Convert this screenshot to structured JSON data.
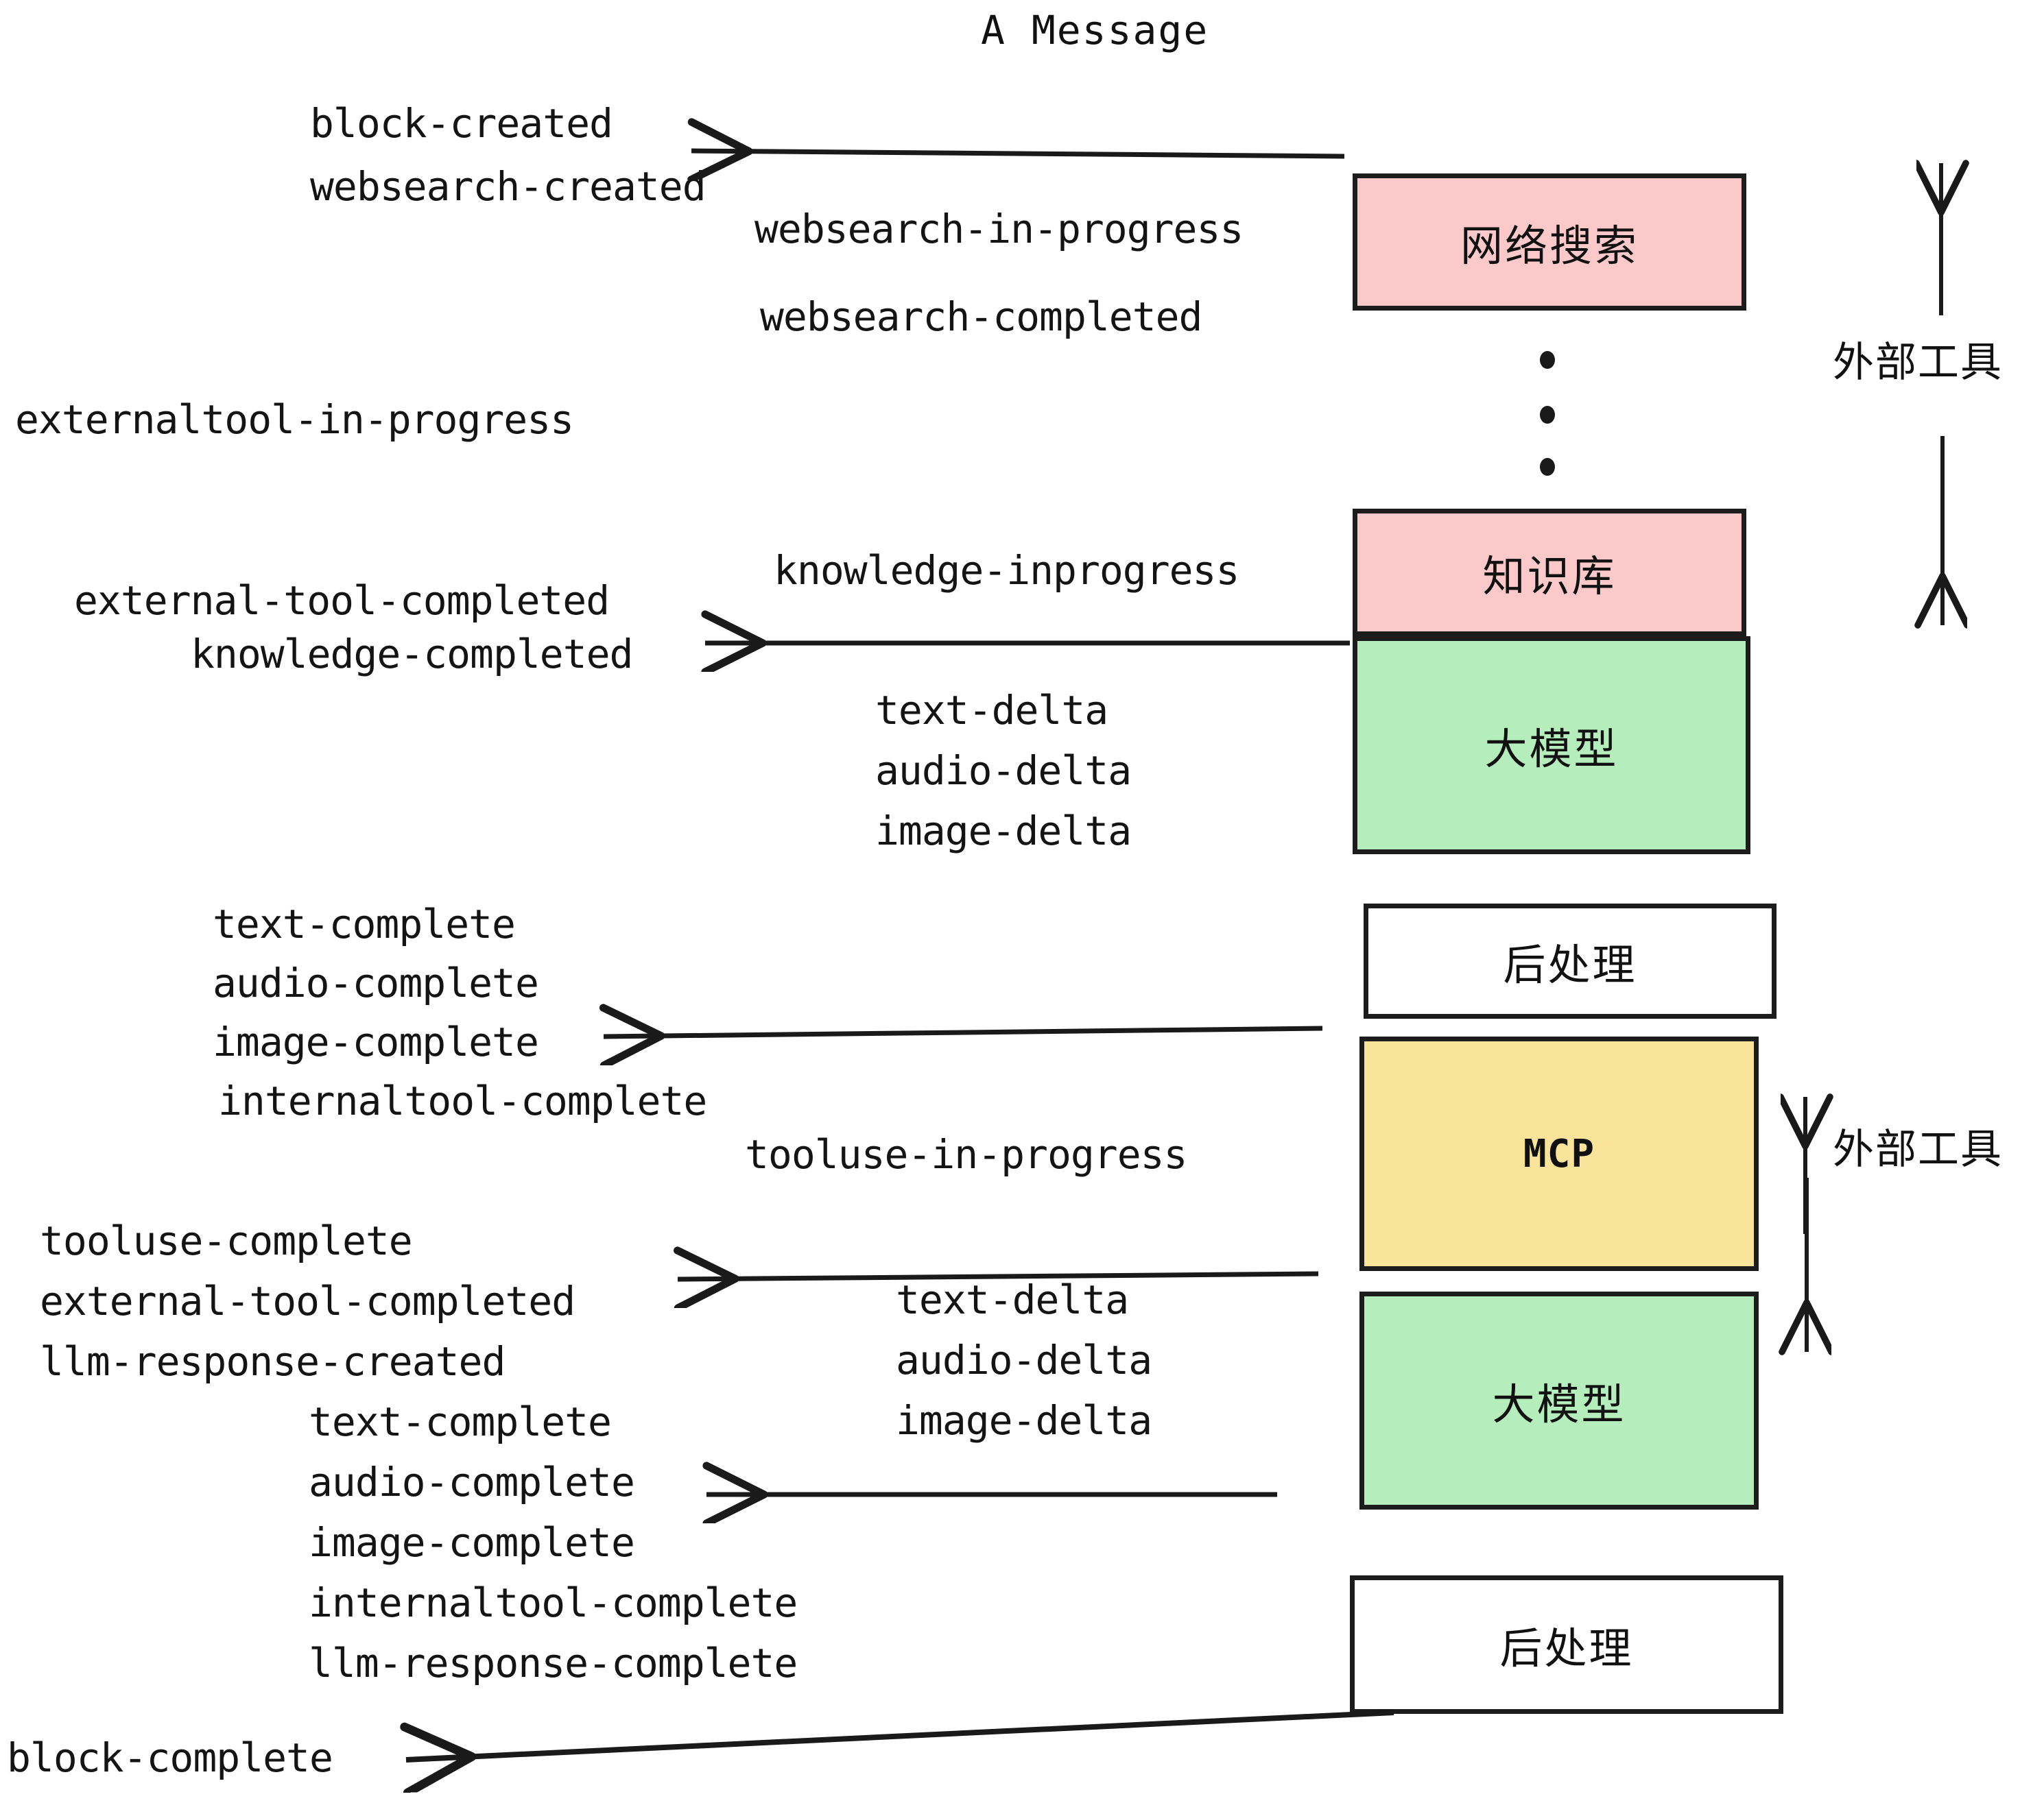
{
  "title": "A Message",
  "colors": {
    "pink": "#FBC9C9",
    "green": "#B5EDBD",
    "yellow": "#FAE49C",
    "white": "#FFFFFF",
    "stroke": "#1C1C1C",
    "text": "#141414"
  },
  "boxes": [
    {
      "id": "websearch",
      "label": "网络搜索",
      "fill": "#FBC9C9"
    },
    {
      "id": "knowledge",
      "label": "知识库",
      "fill": "#FBC9C9"
    },
    {
      "id": "llm-1",
      "label": "大模型",
      "fill": "#B5EDBD"
    },
    {
      "id": "postprocess-1",
      "label": "后处理",
      "fill": "#FFFFFF"
    },
    {
      "id": "mcp",
      "label": "MCP",
      "fill": "#FAE49C"
    },
    {
      "id": "llm-2",
      "label": "大模型",
      "fill": "#B5EDBD"
    },
    {
      "id": "postprocess-2",
      "label": "后处理",
      "fill": "#FFFFFF"
    }
  ],
  "side_labels": {
    "external_tool_top": "外部工具",
    "external_tool_bottom": "外部工具"
  },
  "events": {
    "block_created": "block-created",
    "websearch_created": "websearch-created",
    "websearch_in_progress": "websearch-in-progress",
    "websearch_completed": "websearch-completed",
    "externaltool_in_progress": "externaltool-in-progress",
    "knowledge_inprogress": "knowledge-inprogress",
    "external_tool_completed_1": "external-tool-completed",
    "knowledge_completed": "knowledge-completed",
    "text_delta_1": "text-delta",
    "audio_delta_1": "audio-delta",
    "image_delta_1": "image-delta",
    "text_complete_1": "text-complete",
    "audio_complete_1": "audio-complete",
    "image_complete_1": "image-complete",
    "internaltool_complete_1": "internaltool-complete",
    "tooluse_in_progress": "tooluse-in-progress",
    "tooluse_complete": "tooluse-complete",
    "external_tool_completed_2": "external-tool-completed",
    "llm_response_created": "llm-response-created",
    "text_delta_2": "text-delta",
    "audio_delta_2": "audio-delta",
    "image_delta_2": "image-delta",
    "text_complete_2": "text-complete",
    "audio_complete_2": "audio-complete",
    "image_complete_2": "image-complete",
    "internaltool_complete_2": "internaltool-complete",
    "llm_response_complete": "llm-response-complete",
    "block_complete": "block-complete"
  }
}
